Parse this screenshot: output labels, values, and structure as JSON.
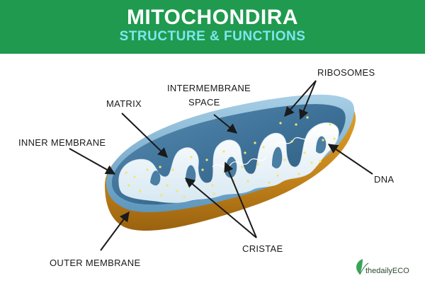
{
  "header": {
    "title": "MITOCHONDIRA",
    "subtitle": "STRUCTURE & FUNCTIONS"
  },
  "labels": {
    "matrix": "MATRIX",
    "intermembrane_line1": "INTERMEMBRANE",
    "intermembrane_line2": "SPACE",
    "ribosomes": "RIBOSOMES",
    "inner_membrane": "INNER MEMBRANE",
    "dna": "DNA",
    "outer_membrane": "OUTER MEMBRANE",
    "cristae": "CRISTAE"
  },
  "logo": {
    "text": "thedailyECO",
    "icon": "leaf-icon"
  },
  "colors": {
    "banner": "#1f9a4f",
    "title": "#ffffff",
    "subtitle": "#7ee6ee",
    "outer_membrane": "#c98a1a",
    "inner_body": "#3d6f93",
    "cristae_fill": "#f4f9fc",
    "ribosome_dots": "#f2e66a"
  }
}
